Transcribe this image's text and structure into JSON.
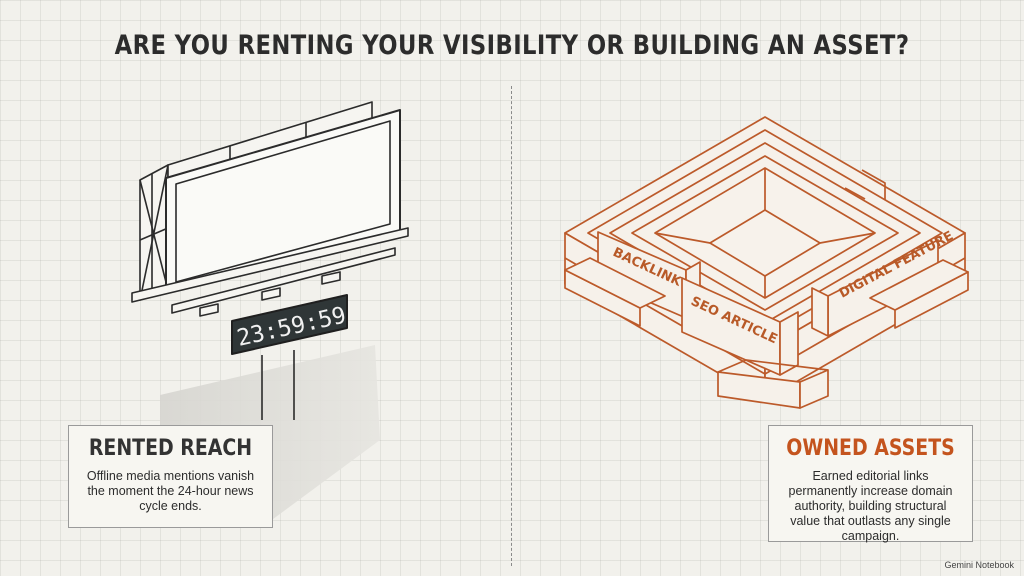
{
  "title": "ARE YOU RENTING YOUR VISIBILITY OR BUILDING AN ASSET?",
  "left": {
    "clock": "23:59:59",
    "card_title": "RENTED REACH",
    "card_body": "Offline media mentions vanish the moment the 24-hour news cycle ends."
  },
  "right": {
    "labels": {
      "backlink": "BACKLINK",
      "seo": "SEO ARTICLE",
      "digital": "DIGITAL FEATURE"
    },
    "card_title": "OWNED ASSETS",
    "card_body": "Earned editorial links permanently increase domain authority, building structural value that outlasts any single campaign."
  },
  "watermark": "Gemini Notebook",
  "colors": {
    "accent": "#c4541e",
    "ink": "#2c2c2c",
    "paper": "#f2f1ec"
  },
  "icons": {
    "left": "billboard-icon",
    "right": "isometric-brick-structure-icon"
  }
}
